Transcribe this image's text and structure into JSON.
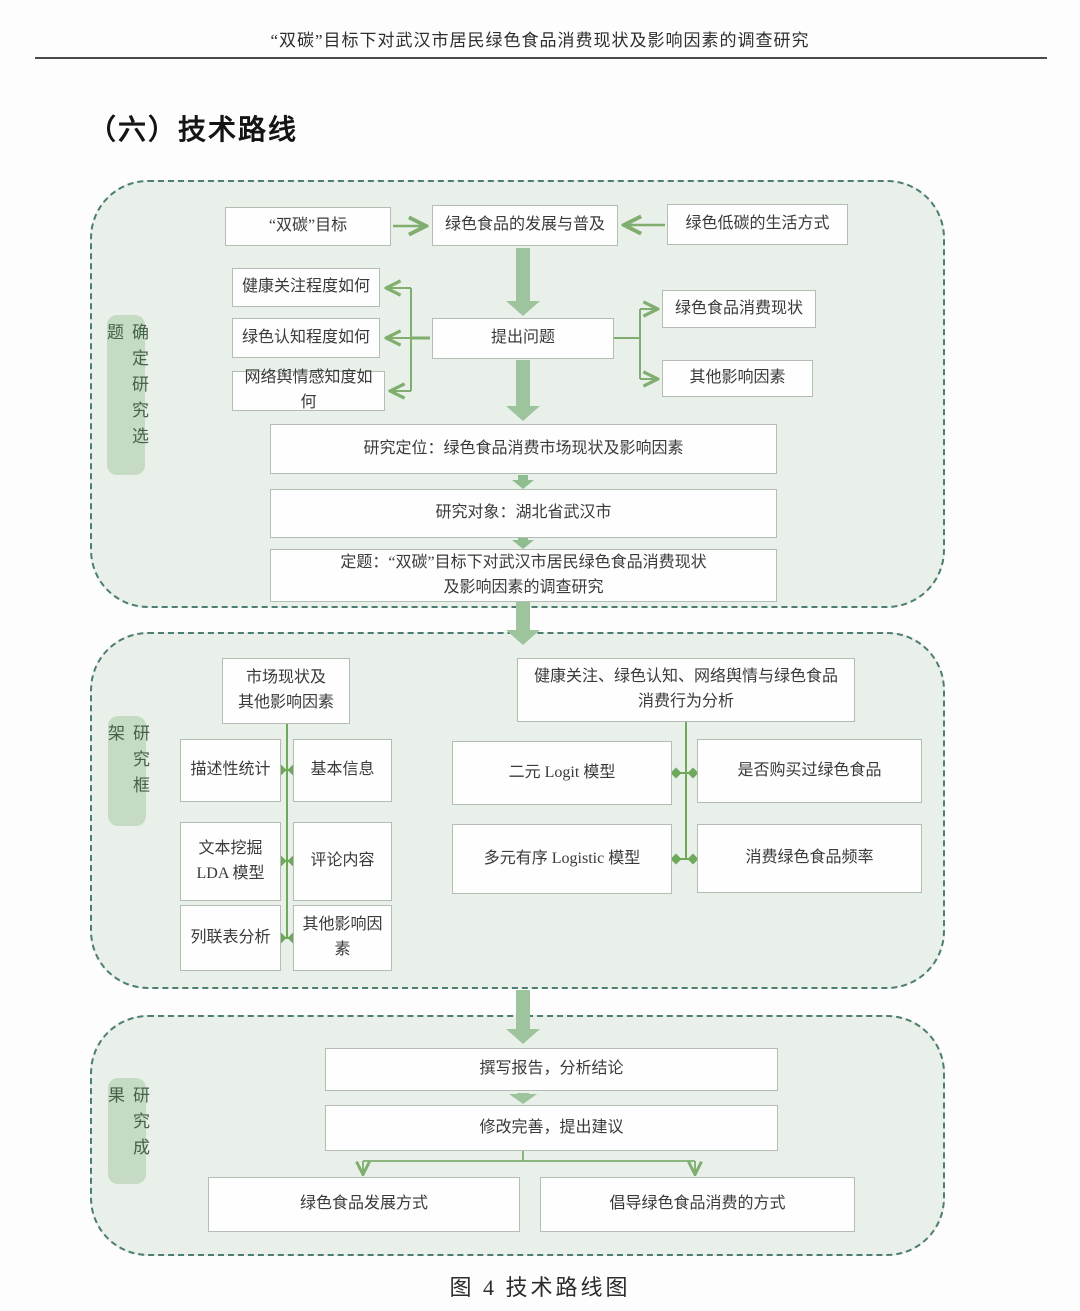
{
  "colors": {
    "stage_fill": "#e9efe9",
    "stage_border": "#4e7d72",
    "label_fill": "#c6dbc4",
    "label_text": "#44624a",
    "thick_arrow_green": "#9dc49d",
    "line_green": "#7fae6f",
    "diamond_green": "#6fa85a",
    "box_border": "#b3bdb3"
  },
  "header": {
    "title": "“双碳”目标下对武汉市居民绿色食品消费现状及影响因素的调查研究"
  },
  "heading": "（六）技术路线",
  "caption": "图 4  技术路线图",
  "stage1": {
    "label": "确定研究选题",
    "goal": "“双碳”目标",
    "development": "绿色食品的发展与普及",
    "lifestyle": "绿色低碳的生活方式",
    "health_concern": "健康关注程度如何",
    "green_cognition": "绿色认知程度如何",
    "network_sentiment": "网络舆情感知度如何",
    "raise_question": "提出问题",
    "consumption_status": "绿色食品消费现状",
    "other_factors": "其他影响因素",
    "positioning": "研究定位：绿色食品消费市场现状及影响因素",
    "object": "研究对象：湖北省武汉市",
    "topic": "定题：“双碳”目标下对武汉市居民绿色食品消费现状\n及影响因素的调查研究"
  },
  "stage2": {
    "label": "研究框架",
    "market_factors": "市场现状及\n其他影响因素",
    "behavior_analysis": "健康关注、绿色认知、网络舆情与绿色食品\n消费行为分析",
    "pairs_left": [
      {
        "method": "描述性统计",
        "data": "基本信息"
      },
      {
        "method": "文本挖掘\nLDA 模型",
        "data": "评论内容"
      },
      {
        "method": "列联表分析",
        "data": "其他影响因素"
      }
    ],
    "pairs_right": [
      {
        "method": "二元 Logit 模型",
        "data": "是否购买过绿色食品"
      },
      {
        "method": "多元有序 Logistic 模型",
        "data": "消费绿色食品频率"
      }
    ]
  },
  "stage3": {
    "label": "研究成果",
    "write_report": "撰写报告，分析结论",
    "revise": "修改完善，提出建议",
    "development_mode": "绿色食品发展方式",
    "advocate_mode": "倡导绿色食品消费的方式"
  }
}
